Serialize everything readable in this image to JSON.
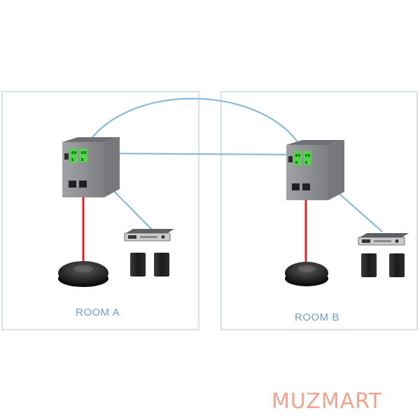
{
  "rooms": [
    {
      "label": "ROOM A"
    },
    {
      "label": "ROOM B"
    }
  ],
  "watermark": {
    "text": "MUZMART"
  },
  "colors": {
    "room_border": "#c7d9e6",
    "room_label": "#6f9fc6",
    "network_link": "#7fb4dc",
    "mic_link": "#d8262b",
    "device_body": "#8d8f92",
    "terminal_green": "#4fd54a",
    "watermark": "#f2a28d"
  },
  "icons": [
    "dsp-box-icon",
    "microphone-icon",
    "amplifier-icon",
    "speaker-icon"
  ]
}
